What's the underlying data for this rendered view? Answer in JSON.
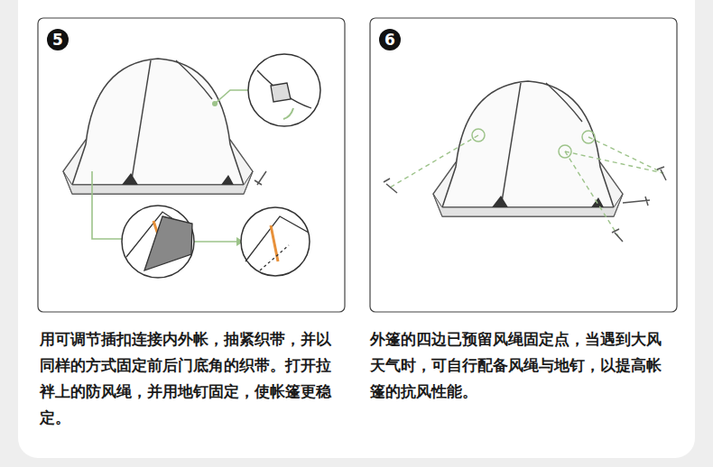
{
  "diagram": {
    "nodes": [
      {
        "text": [
          "5"
        ]
      },
      {
        "text": [
          "6"
        ]
      }
    ],
    "labels": [
      "用可调节插扣连接内外帐，抽紧织带，并以同样的方式固定前后门底角的织带。打开拉袢上的防风绳，并用地钉固定，使帐篷更稳定。",
      "外篷的四边已预留风绳固定点，当遇到大风天气时，可自行配备风绳与地钉，以提高帐篷的抗风性能。"
    ]
  }
}
